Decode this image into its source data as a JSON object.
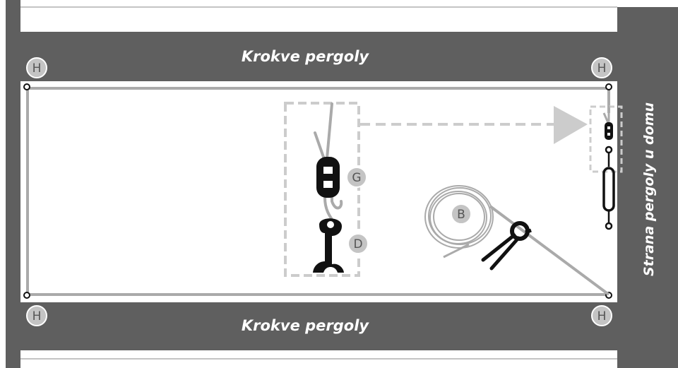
{
  "labels": {
    "rafters_top": "Krokve pergoly",
    "rafters_bottom": "Krokve pergoly",
    "house_side": "Strana pergoly u domu"
  },
  "markers": {
    "hook_top_left": "H",
    "hook_top_right": "H",
    "hook_bottom_left": "H",
    "hook_bottom_right": "H",
    "wire_rope_clip": "G",
    "snap_hook": "D",
    "cable_coil": "B"
  },
  "colors": {
    "beam": "#5f5f5f",
    "cable": "#aaaaaa",
    "hardware": "#111111",
    "callout_dash": "#cccccc",
    "marker_fill": "#c4c4c4"
  }
}
